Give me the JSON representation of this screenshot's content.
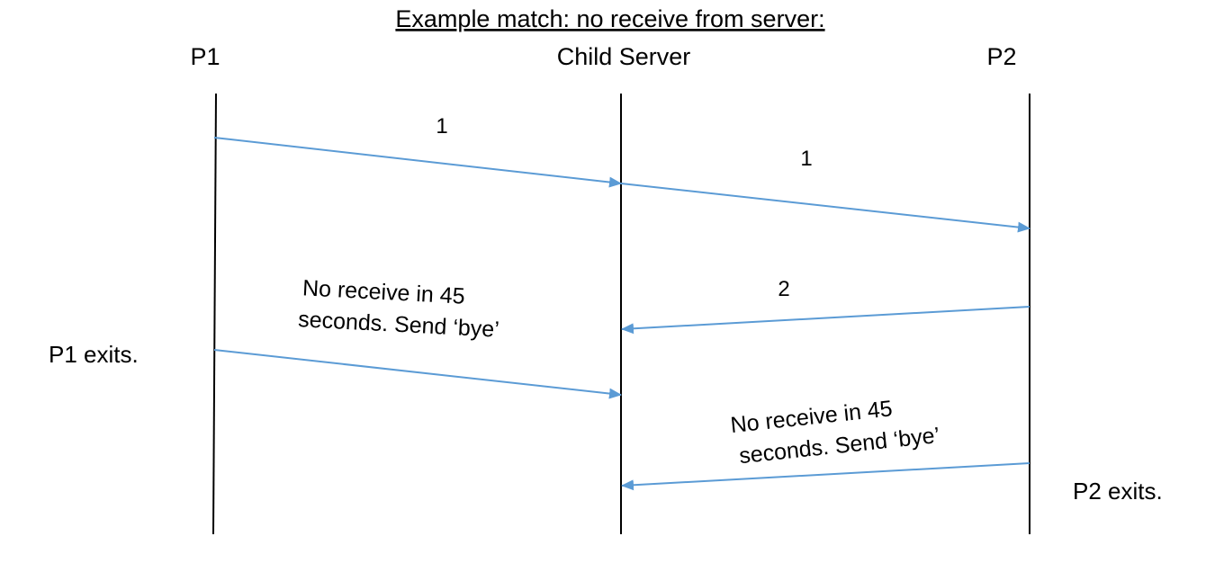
{
  "title": "Example match: no receive from server:",
  "participants": {
    "p1": "P1",
    "server": "Child Server",
    "p2": "P2"
  },
  "messages": {
    "m1_label": "1",
    "m2_label": "1",
    "m3_label": "2"
  },
  "notes": {
    "p1_timeout_line1": "No receive in 45",
    "p1_timeout_line2": "seconds. Send ‘bye’",
    "p2_timeout_line1": "No receive in 45",
    "p2_timeout_line2": "seconds. Send ‘bye’"
  },
  "side_notes": {
    "p1_exit": "P1 exits.",
    "p2_exit": "P2 exits."
  },
  "colors": {
    "arrow": "#5b9bd5",
    "lifeline": "#000000"
  }
}
